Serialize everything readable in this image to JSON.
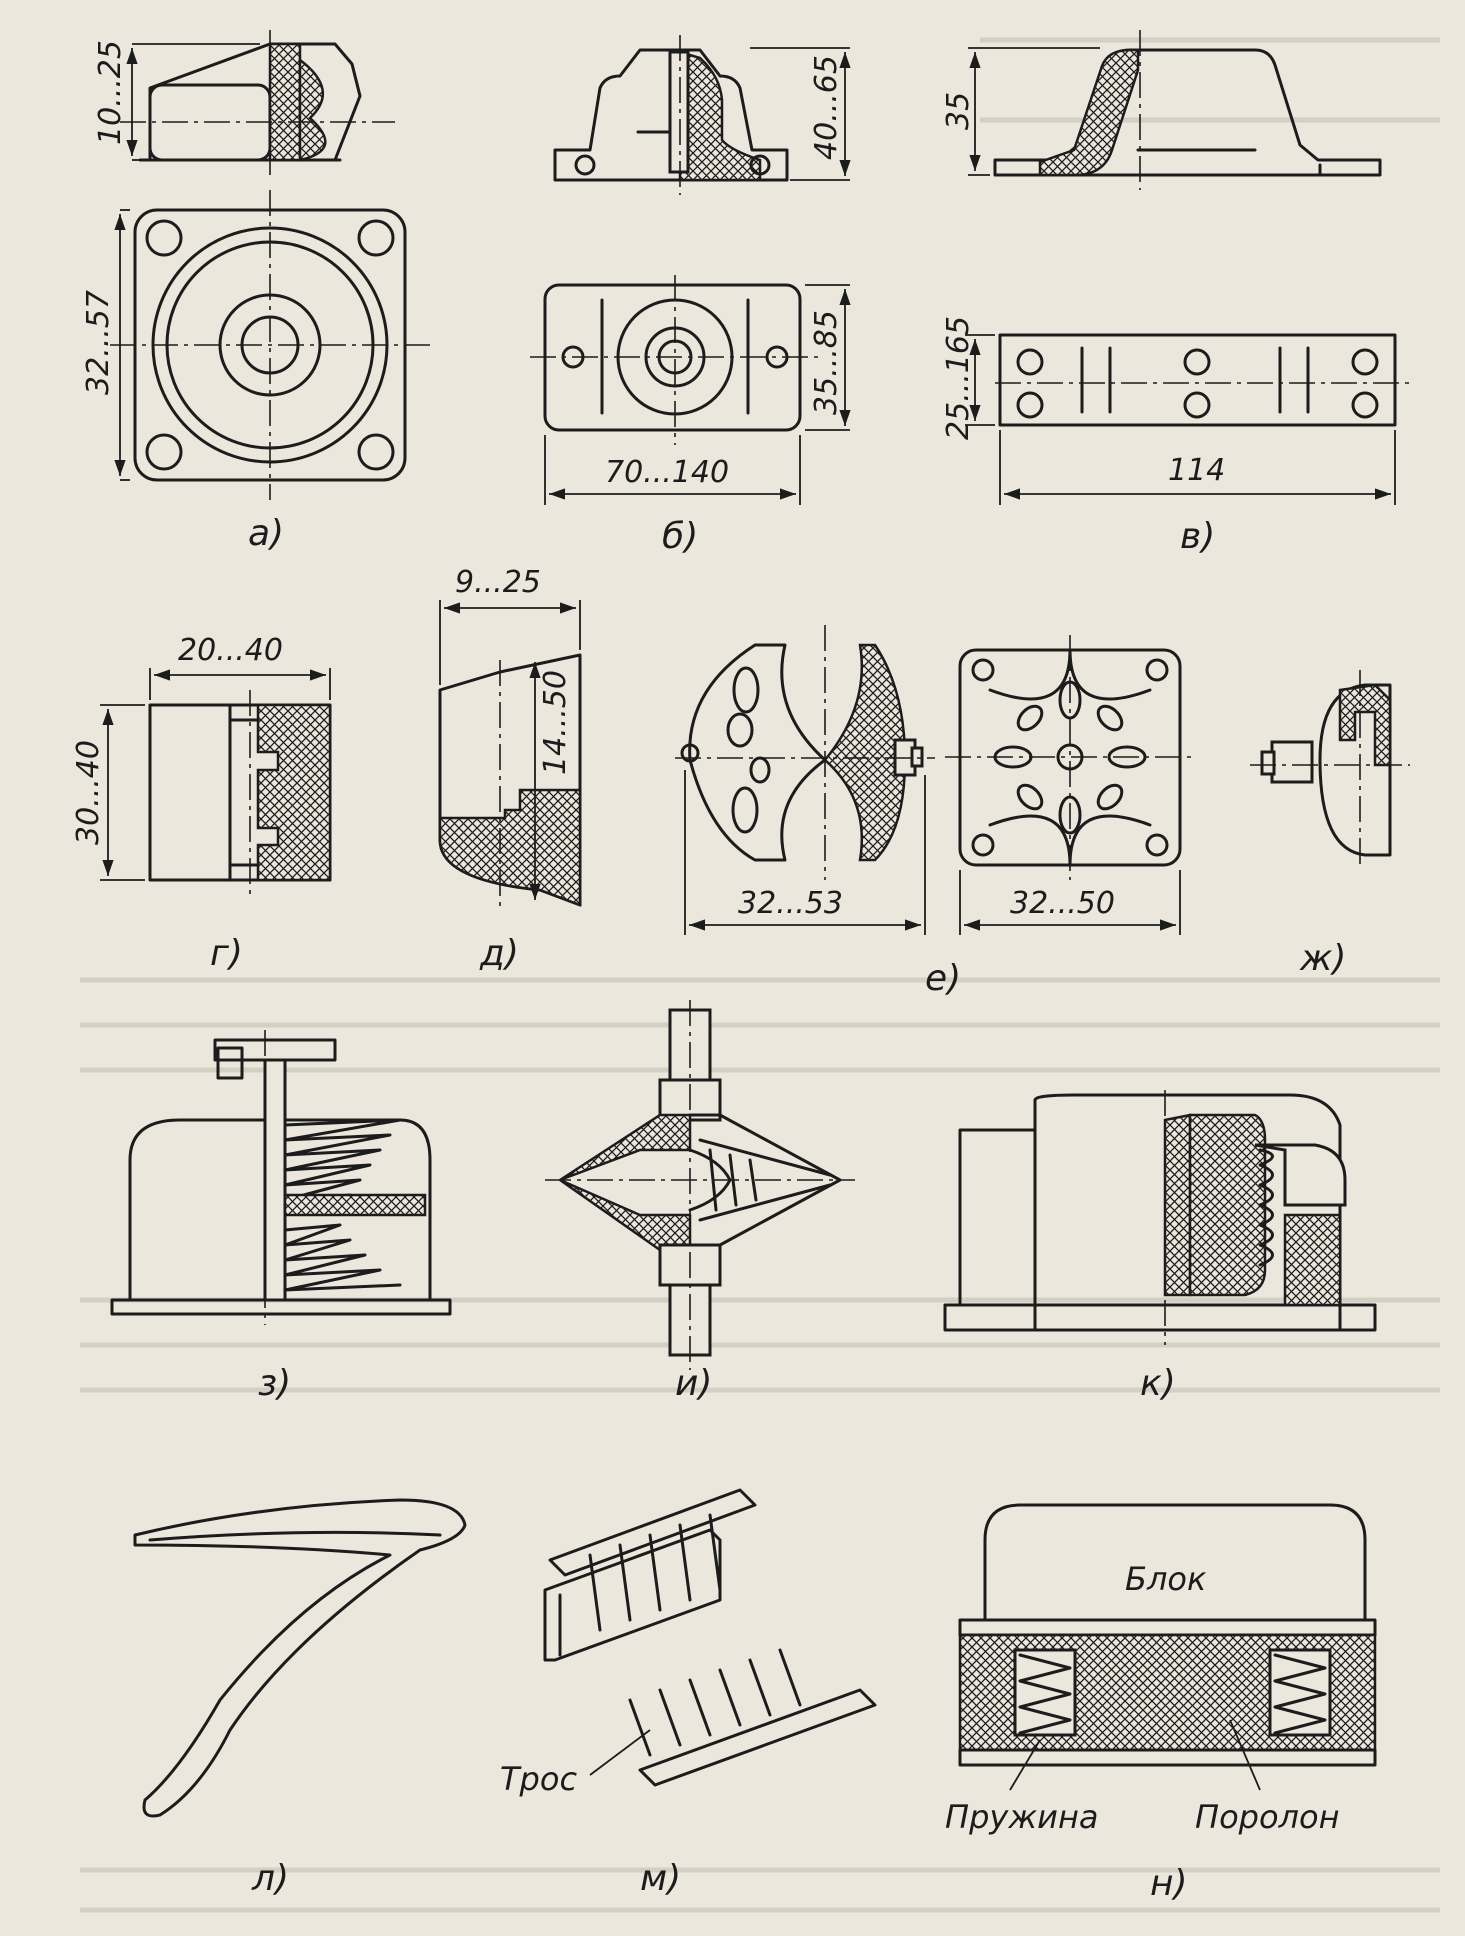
{
  "figures": [
    {
      "id": "a",
      "caption": "а)",
      "dims": [
        "10...25",
        "32...57"
      ]
    },
    {
      "id": "b",
      "caption": "б)",
      "dims": [
        "40...65",
        "35...85",
        "70...140"
      ]
    },
    {
      "id": "v",
      "caption": "в)",
      "dims": [
        "35",
        "25...165",
        "114"
      ]
    },
    {
      "id": "g",
      "caption": "г)",
      "dims": [
        "20...40",
        "30...40"
      ]
    },
    {
      "id": "d",
      "caption": "д)",
      "dims": [
        "9...25",
        "14...50"
      ]
    },
    {
      "id": "e",
      "caption": "е)",
      "dims": [
        "32...53",
        "32...50"
      ]
    },
    {
      "id": "zh",
      "caption": "ж)",
      "dims": []
    },
    {
      "id": "z",
      "caption": "з)",
      "dims": []
    },
    {
      "id": "i",
      "caption": "и)",
      "dims": []
    },
    {
      "id": "k",
      "caption": "к)",
      "dims": []
    },
    {
      "id": "l",
      "caption": "л)",
      "dims": []
    },
    {
      "id": "m",
      "caption": "м)",
      "dims": [],
      "labels": [
        "Трос"
      ]
    },
    {
      "id": "n",
      "caption": "н)",
      "dims": [],
      "labels": [
        "Блок",
        "Пружина",
        "Поролон"
      ]
    }
  ],
  "colors": {
    "paper": "#ece7dc",
    "ink": "#1c1c1c"
  }
}
